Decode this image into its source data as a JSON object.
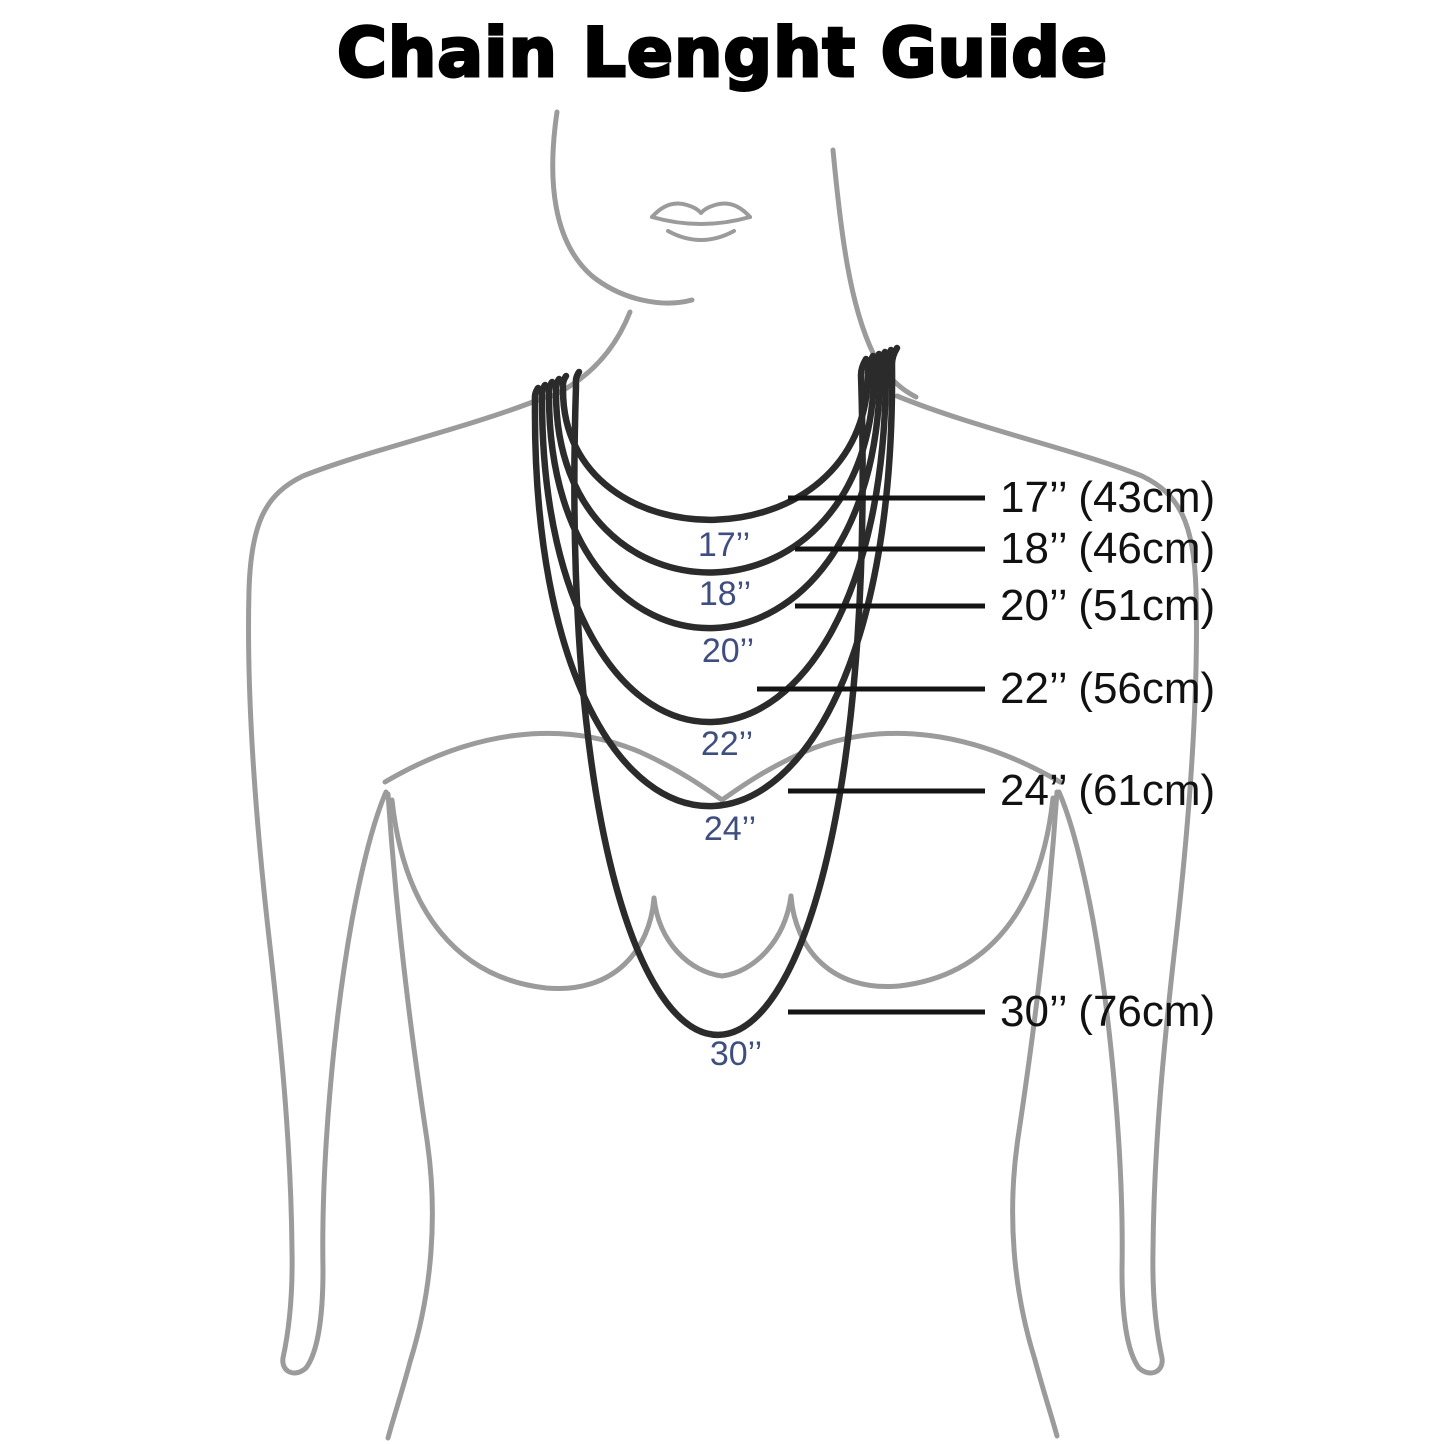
{
  "title": "Chain Lenght Guide",
  "colors": {
    "background": "#ffffff",
    "silhouette": "#9b9b9b",
    "chain": "#2b2b2b",
    "leader_line": "#141414",
    "size_label_text": "#111111",
    "inner_label_text": "#3f4e7e",
    "title_text": "#000000"
  },
  "sizes": [
    {
      "id": "17in",
      "inches": 17,
      "cm": 43,
      "inches_label": "17’’",
      "label": "17’’ (43cm)"
    },
    {
      "id": "18in",
      "inches": 18,
      "cm": 46,
      "inches_label": "18’’",
      "label": "18’’ (46cm)"
    },
    {
      "id": "20in",
      "inches": 20,
      "cm": 51,
      "inches_label": "20’’",
      "label": "20’’ (51cm)"
    },
    {
      "id": "22in",
      "inches": 22,
      "cm": 56,
      "inches_label": "22’’",
      "label": "22’’ (56cm)"
    },
    {
      "id": "24in",
      "inches": 24,
      "cm": 61,
      "inches_label": "24’’",
      "label": "24’’ (61cm)"
    },
    {
      "id": "30in",
      "inches": 30,
      "cm": 76,
      "inches_label": "30’’",
      "label": "30’’ (76cm)"
    }
  ]
}
